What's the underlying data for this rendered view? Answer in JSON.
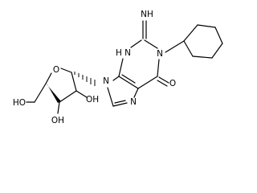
{
  "structure": {
    "labels": {
      "imine": "NH",
      "ring_n1": "N",
      "ring_n3h": "H",
      "ring_n3": "N",
      "n9": "N",
      "n7": "N",
      "carbonyl_o": "O",
      "ribose_o": "O",
      "oh_2prime": "OH",
      "oh_3prime": "OH",
      "oh_5prime": "HO"
    },
    "colors": {
      "ink": "#000000",
      "background": "#ffffff"
    }
  }
}
